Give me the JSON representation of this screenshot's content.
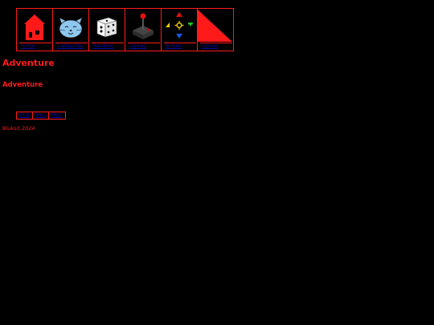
{
  "nav": {
    "items": [
      {
        "label": "Home",
        "icon": "house-icon"
      },
      {
        "label": "Categories",
        "icon": "cat-face-icon"
      },
      {
        "label": "Random",
        "icon": "dice-icon"
      },
      {
        "label": "Games",
        "icon": "joystick-icon"
      },
      {
        "label": "Arrows",
        "icon": "compass-arrows-icon"
      },
      {
        "label": "Corner",
        "icon": "red-triangle-icon"
      }
    ]
  },
  "page": {
    "title": "Adventure",
    "subtitle": "Adventure"
  },
  "pager": {
    "links": [
      "First",
      "Prev",
      "Next"
    ]
  },
  "footer": {
    "text": "Bluksit 2024"
  },
  "colors": {
    "background": "#000000",
    "accent": "#ff1a1a",
    "link": "#0a0aa8"
  }
}
